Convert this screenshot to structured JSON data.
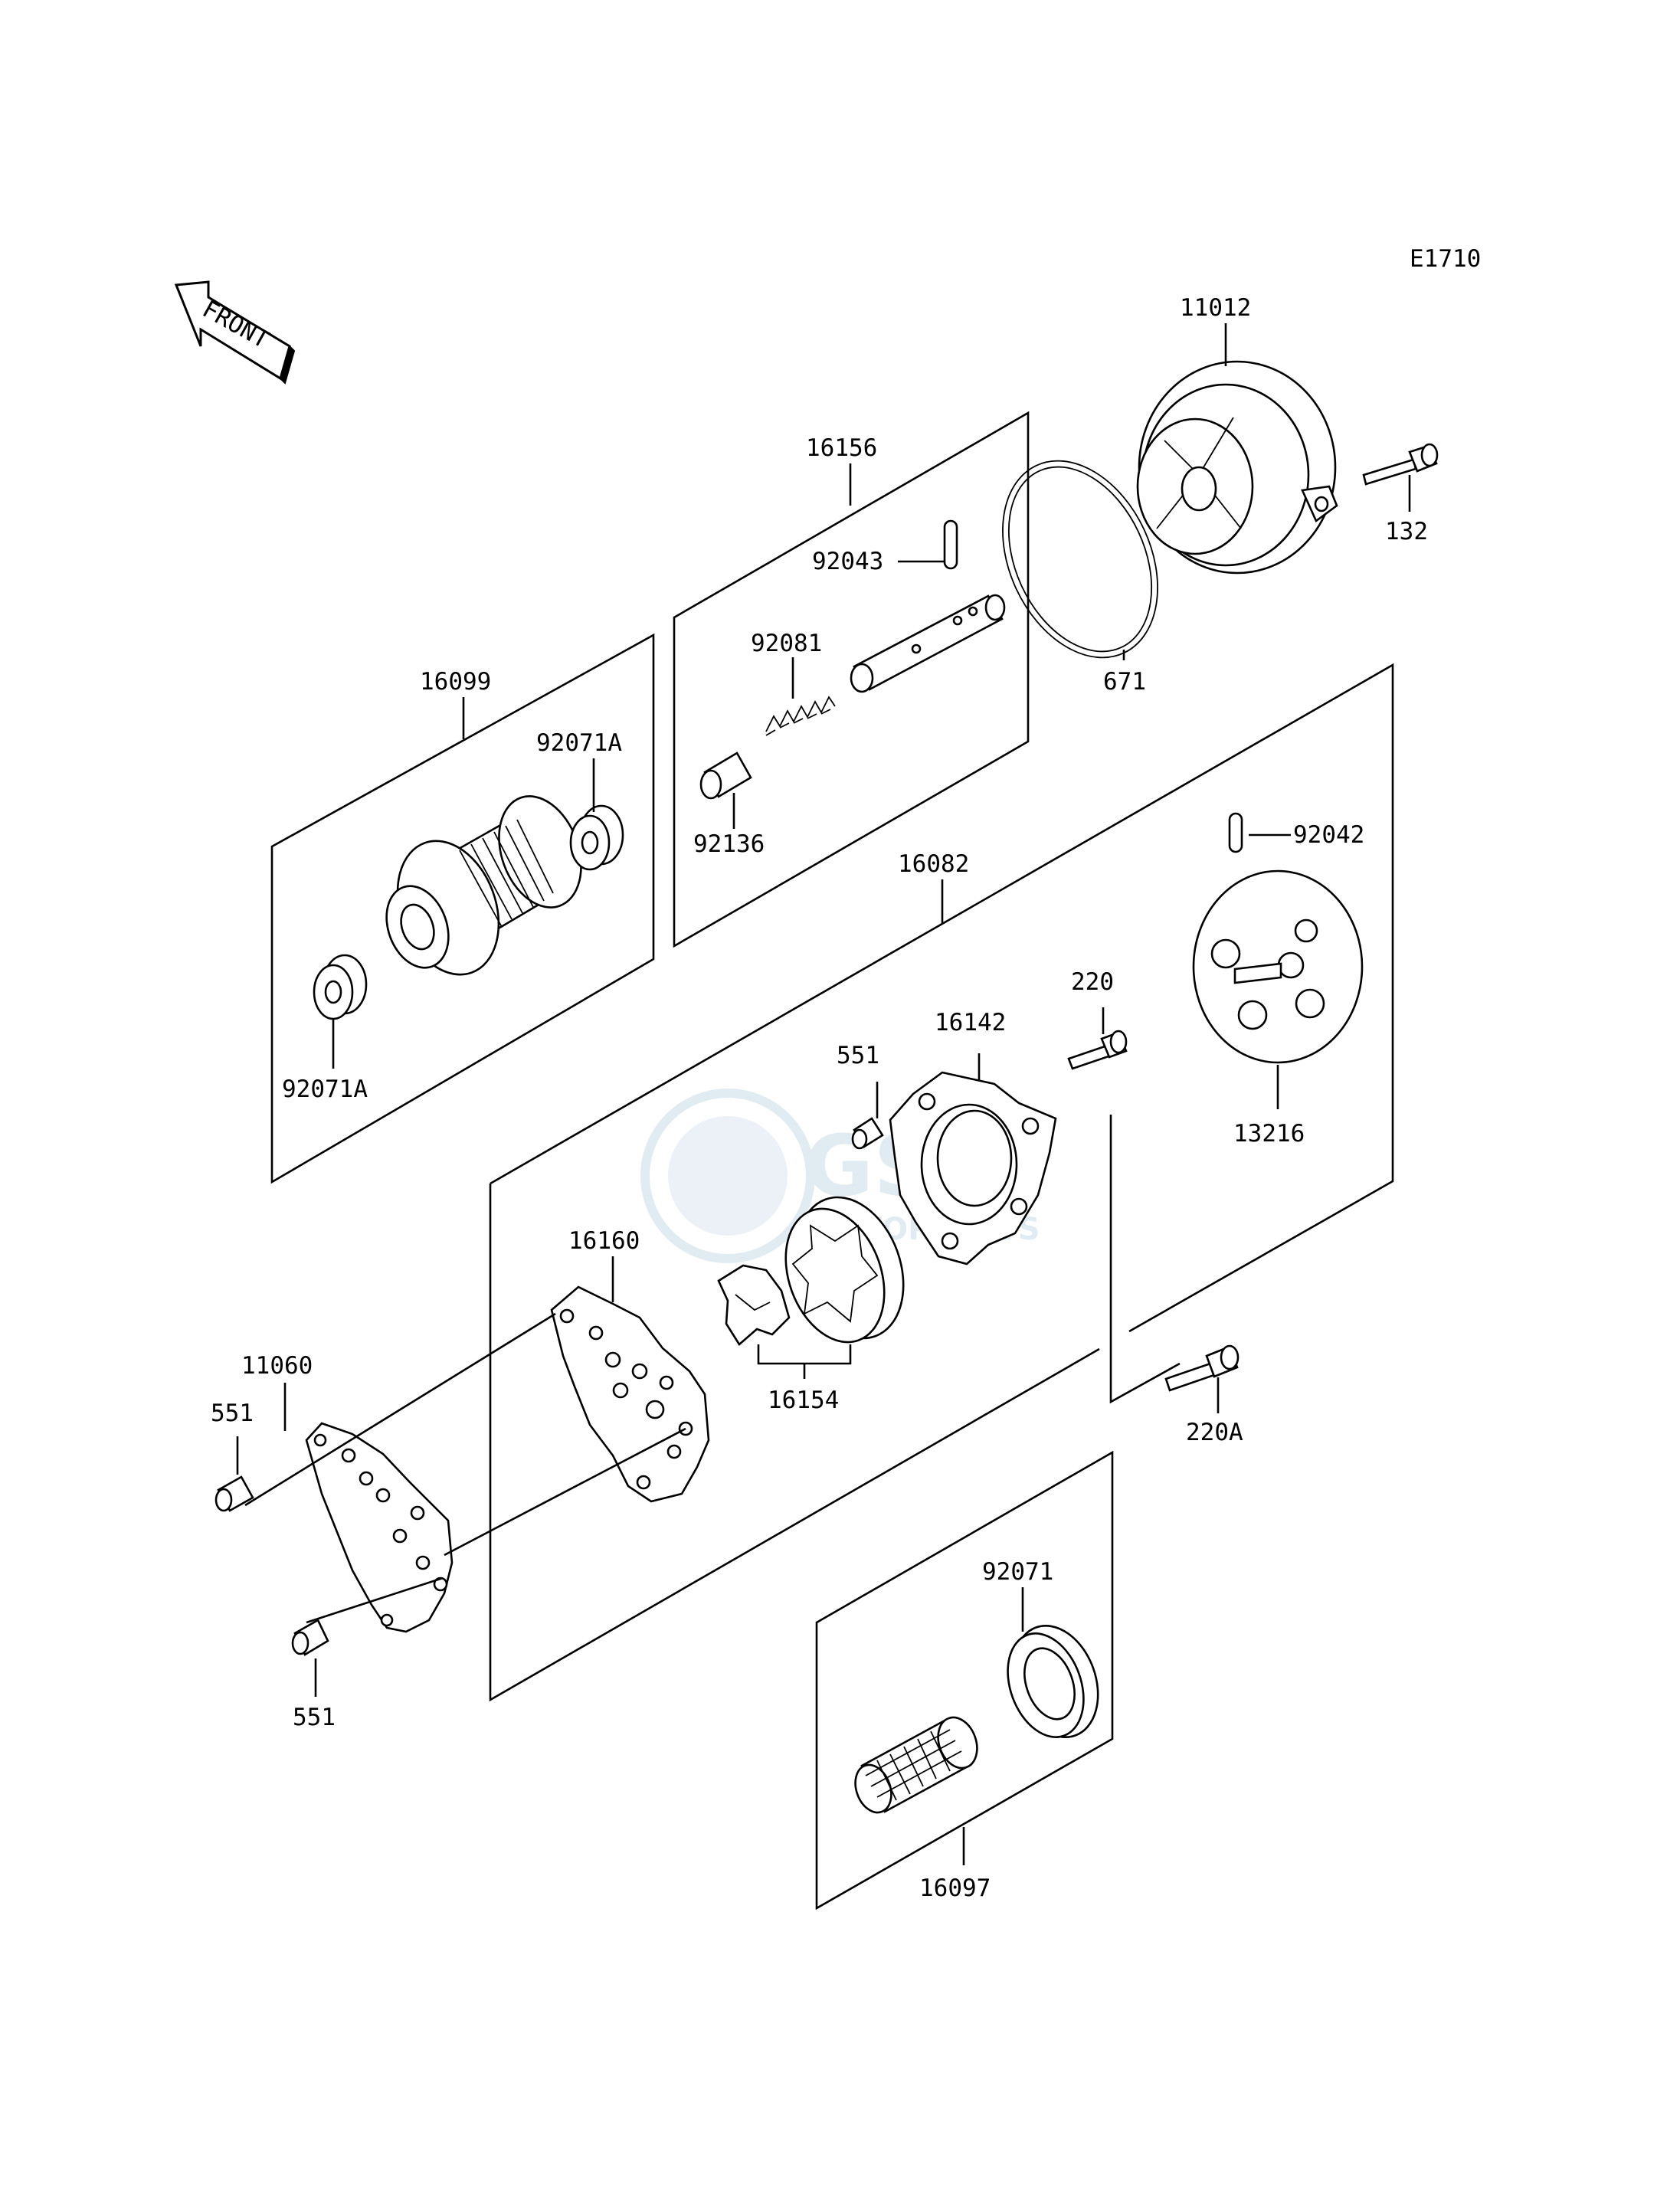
{
  "diagram_code": "E1710",
  "front_arrow_label": "FRONT",
  "watermark_text": "MOTORPARTS",
  "labels": {
    "p11012": "11012",
    "p132": "132",
    "p16156": "16156",
    "p92043": "92043",
    "p92081": "92081",
    "p92136": "92136",
    "p671": "671",
    "p16099": "16099",
    "p92071A_top": "92071A",
    "p92071A_bottom": "92071A",
    "p16082": "16082",
    "p92042": "92042",
    "p220": "220",
    "p16142": "16142",
    "p551_top": "551",
    "p13216": "13216",
    "p16160": "16160",
    "p11060": "11060",
    "p551_left": "551",
    "p16154": "16154",
    "p220A": "220A",
    "p551_bottom": "551",
    "p92071": "92071",
    "p16097": "16097"
  },
  "colors": {
    "line": "#000000",
    "background": "#ffffff",
    "watermark": "#c9dbe9"
  }
}
